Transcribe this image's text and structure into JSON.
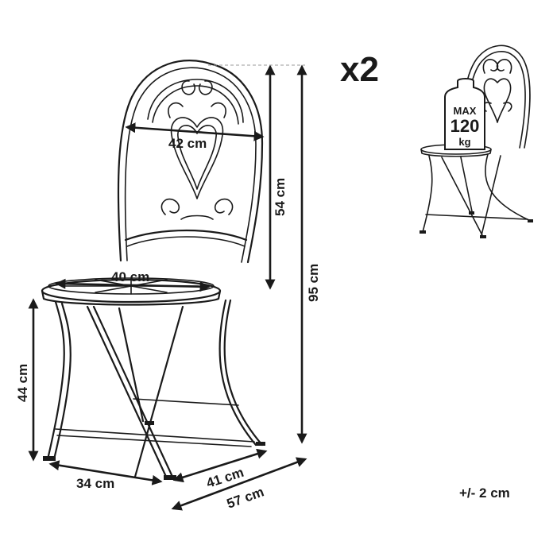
{
  "quantity": "x2",
  "max_load": {
    "line1": "MAX",
    "line2": "120",
    "line3": "kg"
  },
  "dimensions": {
    "backrest_width": "42 cm",
    "backrest_height": "54 cm",
    "total_height": "95 cm",
    "seat_diameter": "40 cm",
    "seat_height": "44 cm",
    "base_depth": "34 cm",
    "base_width": "41 cm",
    "folded_depth": "57 cm"
  },
  "tolerance": "+/- 2 cm"
}
